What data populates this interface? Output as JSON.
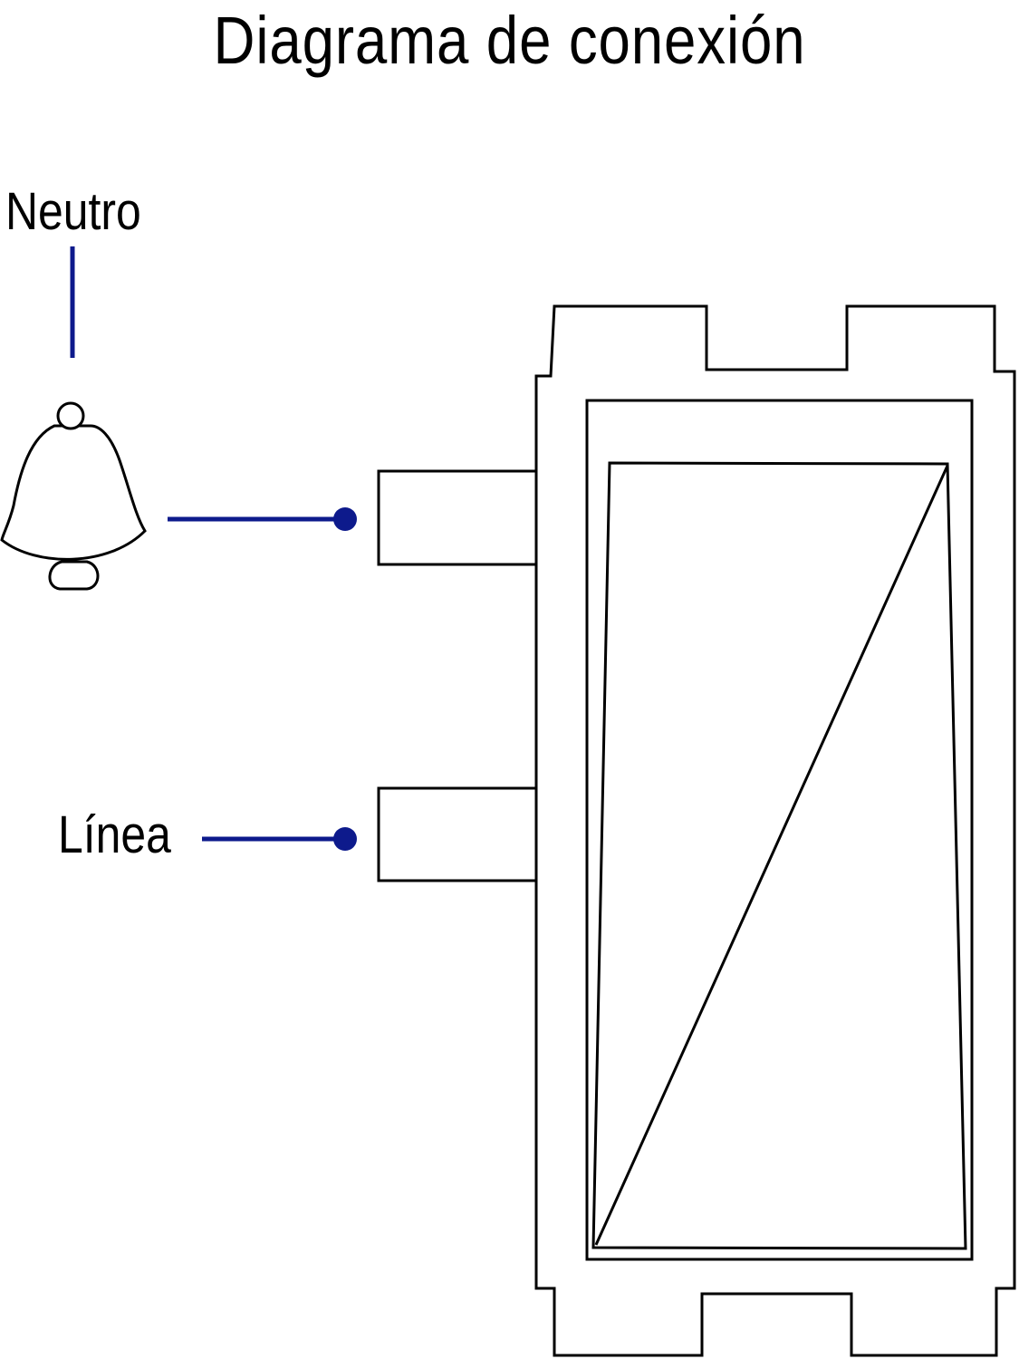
{
  "title": "Diagrama de conexión",
  "labels": {
    "neutral": "Neutro",
    "line": "Línea"
  },
  "colors": {
    "wire": "#0d1a8c",
    "outline": "#000000",
    "background": "#ffffff"
  },
  "icons": {
    "load": "bell-icon",
    "device": "switch-outline"
  }
}
